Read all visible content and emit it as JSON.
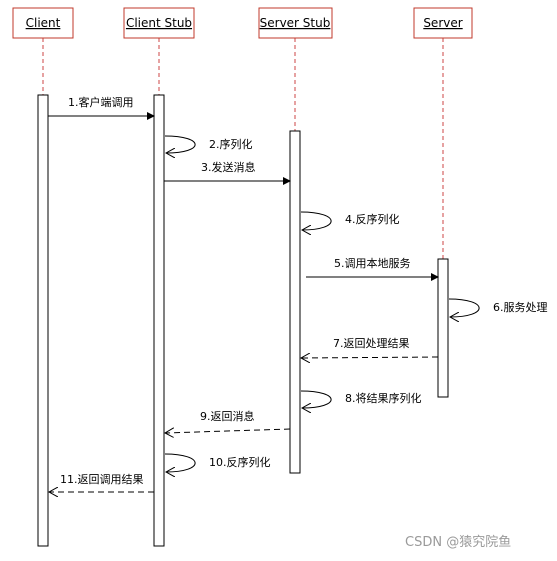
{
  "participants": [
    {
      "name": "Client"
    },
    {
      "name": "Client Stub"
    },
    {
      "name": "Server Stub"
    },
    {
      "name": "Server"
    }
  ],
  "messages": [
    {
      "label": "1.客户端调用",
      "style": "sync"
    },
    {
      "label": "2.序列化",
      "style": "self"
    },
    {
      "label": "3.发送消息",
      "style": "sync"
    },
    {
      "label": "4.反序列化",
      "style": "self"
    },
    {
      "label": "5.调用本地服务",
      "style": "sync"
    },
    {
      "label": "6.服务处理",
      "style": "self"
    },
    {
      "label": "7.返回处理结果",
      "style": "return"
    },
    {
      "label": "8.将结果序列化",
      "style": "self"
    },
    {
      "label": "9.返回消息",
      "style": "return"
    },
    {
      "label": "10.反序列化",
      "style": "self"
    },
    {
      "label": "11.返回调用结果",
      "style": "return"
    }
  ],
  "watermark": "CSDN @猿究院鱼",
  "colors": {
    "participant_border": "#c0392b",
    "lifeline": "#cc4444",
    "stroke": "#000000"
  }
}
